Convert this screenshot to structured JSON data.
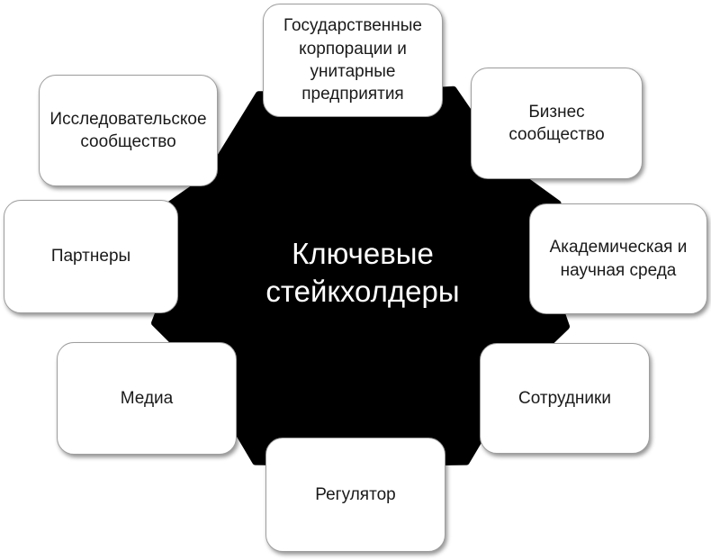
{
  "diagram": {
    "center_label": "Ключевые стейкхолдеры",
    "nodes": [
      {
        "id": "government",
        "label": "Государственные корпорации и унитарные предприятия",
        "position": "top"
      },
      {
        "id": "business",
        "label": "Бизнес сообщество",
        "position": "top-right"
      },
      {
        "id": "academia",
        "label": "Академическая и научная среда",
        "position": "right"
      },
      {
        "id": "employees",
        "label": "Сотрудники",
        "position": "bottom-right"
      },
      {
        "id": "regulator",
        "label": "Регулятор",
        "position": "bottom"
      },
      {
        "id": "media",
        "label": "Медиа",
        "position": "bottom-left"
      },
      {
        "id": "partners",
        "label": "Партнеры",
        "position": "left"
      },
      {
        "id": "research",
        "label": "Исследовательское сообщество",
        "position": "top-left"
      }
    ],
    "colors": {
      "background": "#ffffff",
      "center_fill": "#000000",
      "center_text": "#ffffff",
      "node_fill": "#ffffff",
      "node_border": "#9e9e9e",
      "node_text": "#1a1a1a"
    }
  }
}
